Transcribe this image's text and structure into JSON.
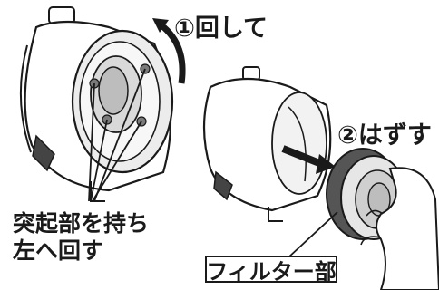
{
  "labels": {
    "step1": "①回して",
    "step2": "②はずす",
    "projection_line1": "突起部を持ち",
    "projection_line2": "左へ回す",
    "filter_part": "フィルター部"
  },
  "colors": {
    "line": "#1a1a1a",
    "shade_light": "#d9d9d9",
    "shade_mid": "#bdbdbd",
    "shade_dark": "#7a7a7a",
    "paper": "#ffffff"
  },
  "icons": {
    "rotate_arrow": "curved-arrow-ccw-icon",
    "remove_arrow": "arrow-left-down-icon"
  }
}
